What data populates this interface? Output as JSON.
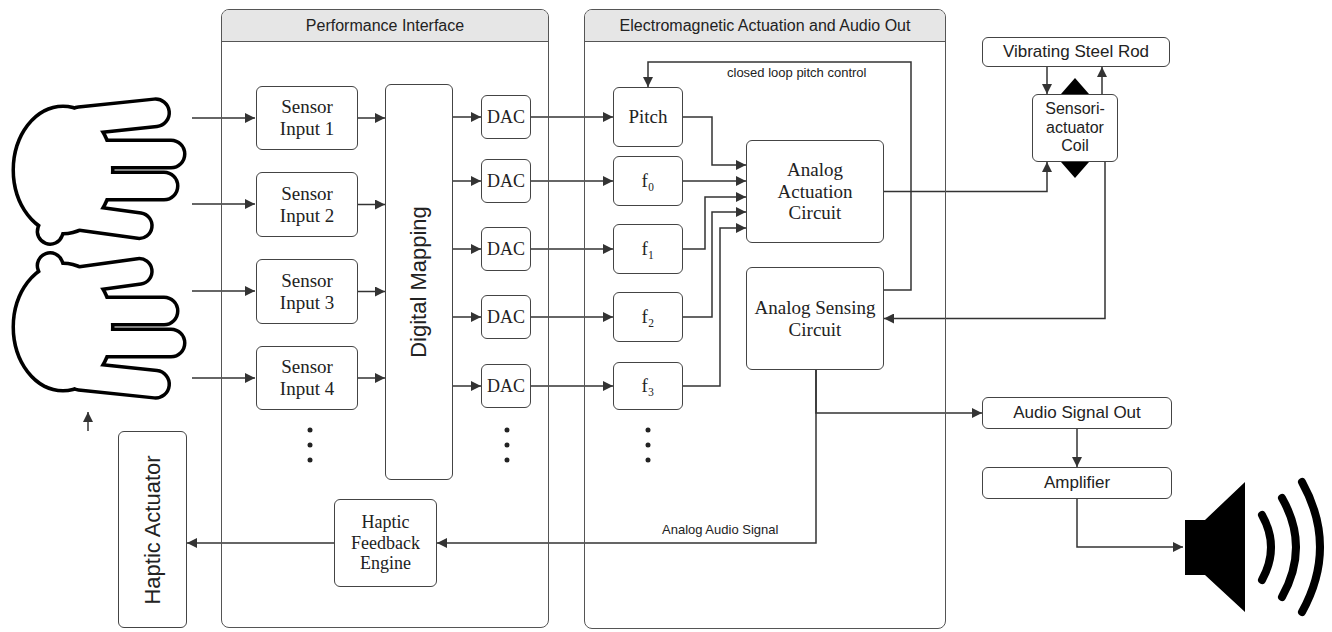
{
  "diagram": {
    "nodes": [
      {
        "text": [
          "Performance Interface"
        ]
      },
      {
        "text": [
          "Sensor Input 1"
        ],
        "in": 0
      },
      {
        "text": [
          "Sensor Input 2"
        ],
        "in": 0
      },
      {
        "text": [
          "Sensor Input 3"
        ],
        "in": 0
      },
      {
        "text": [
          "Sensor Input 4"
        ],
        "in": 0
      },
      {
        "text": [
          "Digital Mapping"
        ],
        "in": 0
      },
      {
        "text": [
          "DAC"
        ],
        "in": 0
      },
      {
        "text": [
          "DAC"
        ],
        "in": 0
      },
      {
        "text": [
          "DAC"
        ],
        "in": 0
      },
      {
        "text": [
          "DAC"
        ],
        "in": 0
      },
      {
        "text": [
          "DAC"
        ],
        "in": 0
      },
      {
        "text": [
          "Haptic Feedback Engine"
        ],
        "in": 0
      },
      {
        "text": [
          "Electromagnetic Actuation and Audio Out"
        ]
      },
      {
        "text": [
          "Pitch"
        ],
        "in": 12
      },
      {
        "text": [
          "f₀"
        ],
        "in": 12
      },
      {
        "text": [
          "f₁"
        ],
        "in": 12
      },
      {
        "text": [
          "f₂"
        ],
        "in": 12
      },
      {
        "text": [
          "f₃"
        ],
        "in": 12
      },
      {
        "text": [
          "Analog Actuation Circuit"
        ],
        "in": 12
      },
      {
        "text": [
          "Analog Sensing Circuit"
        ],
        "in": 12
      },
      {
        "text": [
          "Vibrating Steel Rod"
        ]
      },
      {
        "text": [
          "Sensori- actuator Coil"
        ]
      },
      {
        "text": [
          "Audio Signal Out"
        ]
      },
      {
        "text": [
          "Amplifier"
        ]
      },
      {
        "text": [
          "Haptic Actuator"
        ]
      }
    ],
    "edges": [
      {
        "from": 1,
        "to": 5,
        "arrow": "to"
      },
      {
        "from": 2,
        "to": 5,
        "arrow": "to"
      },
      {
        "from": 3,
        "to": 5,
        "arrow": "to"
      },
      {
        "from": 4,
        "to": 5,
        "arrow": "to"
      },
      {
        "from": 5,
        "to": 6,
        "arrow": "to"
      },
      {
        "from": 5,
        "to": 7,
        "arrow": "to"
      },
      {
        "from": 5,
        "to": 8,
        "arrow": "to"
      },
      {
        "from": 5,
        "to": 9,
        "arrow": "to"
      },
      {
        "from": 5,
        "to": 10,
        "arrow": "to"
      },
      {
        "from": 6,
        "to": 13,
        "arrow": "to"
      },
      {
        "from": 7,
        "to": 14,
        "arrow": "to"
      },
      {
        "from": 8,
        "to": 15,
        "arrow": "to"
      },
      {
        "from": 9,
        "to": 16,
        "arrow": "to"
      },
      {
        "from": 10,
        "to": 17,
        "arrow": "to"
      },
      {
        "from": 13,
        "to": 18,
        "arrow": "to"
      },
      {
        "from": 14,
        "to": 18,
        "arrow": "to"
      },
      {
        "from": 15,
        "to": 18,
        "arrow": "to"
      },
      {
        "from": 16,
        "to": 18,
        "arrow": "to"
      },
      {
        "from": 17,
        "to": 18,
        "arrow": "to"
      },
      {
        "from": 18,
        "to": 21,
        "arrow": "to"
      },
      {
        "from": 21,
        "to": 19,
        "arrow": "to"
      },
      {
        "from": 19,
        "to": 13,
        "label": "closed loop pitch control",
        "arrow": "to"
      },
      {
        "from": 19,
        "to": 22,
        "arrow": "to"
      },
      {
        "from": 19,
        "to": 11,
        "label": "Analog Audio Signal",
        "arrow": "to"
      },
      {
        "from": 22,
        "to": 23,
        "arrow": "to"
      },
      {
        "from": 11,
        "to": 24,
        "arrow": "to"
      },
      {
        "from": 20,
        "to": 21,
        "arrow": "to"
      },
      {
        "from": 21,
        "to": 20,
        "arrow": "to"
      }
    ]
  }
}
